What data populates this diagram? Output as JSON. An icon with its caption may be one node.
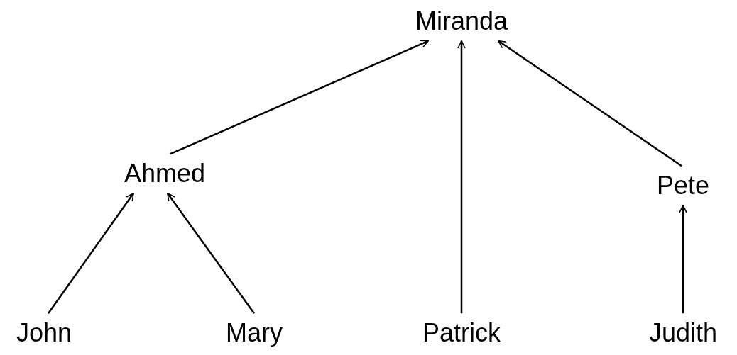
{
  "diagram": {
    "nodes": [
      {
        "text": [
          "Miranda"
        ]
      },
      {
        "text": [
          "Ahmed"
        ]
      },
      {
        "text": [
          "Pete"
        ]
      },
      {
        "text": [
          "John"
        ]
      },
      {
        "text": [
          "Mary"
        ]
      },
      {
        "text": [
          "Patrick"
        ]
      },
      {
        "text": [
          "Judith"
        ]
      }
    ],
    "edges": [
      {
        "from": 1,
        "to": 0,
        "arrow": "to"
      },
      {
        "from": 5,
        "to": 0,
        "arrow": "to"
      },
      {
        "from": 2,
        "to": 0,
        "arrow": "to"
      },
      {
        "from": 3,
        "to": 1,
        "arrow": "to"
      },
      {
        "from": 4,
        "to": 1,
        "arrow": "to"
      },
      {
        "from": 6,
        "to": 2,
        "arrow": "to"
      }
    ]
  }
}
